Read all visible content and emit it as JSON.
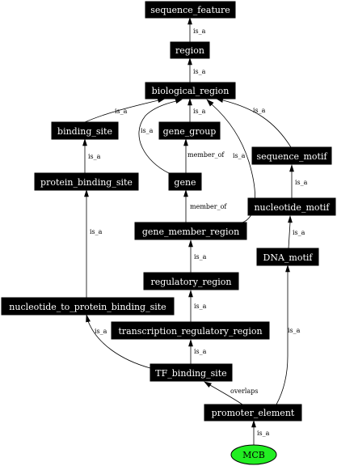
{
  "colors": {
    "node_fill": "#000000",
    "node_text": "#ffffff",
    "highlight_fill": "#22ee22",
    "edge": "#000000"
  },
  "nodes": {
    "sequence_feature": "sequence_feature",
    "region": "region",
    "biological_region": "biological_region",
    "binding_site": "binding_site",
    "gene_group": "gene_group",
    "sequence_motif": "sequence_motif",
    "protein_binding_site": "protein_binding_site",
    "gene": "gene",
    "nucleotide_motif": "nucleotide_motif",
    "gene_member_region": "gene_member_region",
    "dna_motif": "DNA_motif",
    "regulatory_region": "regulatory_region",
    "nucleotide_to_protein_binding_site": "nucleotide_to_protein_binding_site",
    "transcription_regulatory_region": "transcription_regulatory_region",
    "tf_binding_site": "TF_binding_site",
    "promoter_element": "promoter_element",
    "mcb": "MCB"
  },
  "edges": {
    "region_sequence_feature": "is_a",
    "biological_region_region": "is_a",
    "binding_site_biological_region": "is_a",
    "gene_group_biological_region": "is_a",
    "gene_biological_region": "is_a",
    "gene_member_region_biological_region": "is_a",
    "sequence_motif_biological_region": "is_a",
    "gene_gene_group": "member_of",
    "protein_binding_site_binding_site": "is_a",
    "gene_member_region_gene": "member_of",
    "nucleotide_motif_sequence_motif": "is_a",
    "dna_motif_nucleotide_motif": "is_a",
    "regulatory_region_gene_member_region": "is_a",
    "nucleotide_to_protein_binding_site_protein_binding_site": "is_a",
    "transcription_regulatory_region_regulatory_region": "is_a",
    "tf_binding_site_nucleotide_to_protein_binding_site": "is_a",
    "tf_binding_site_transcription_regulatory_region": "is_a",
    "promoter_element_tf_binding_site": "overlaps",
    "promoter_element_dna_motif": "is_a",
    "mcb_promoter_element": "is_a"
  }
}
